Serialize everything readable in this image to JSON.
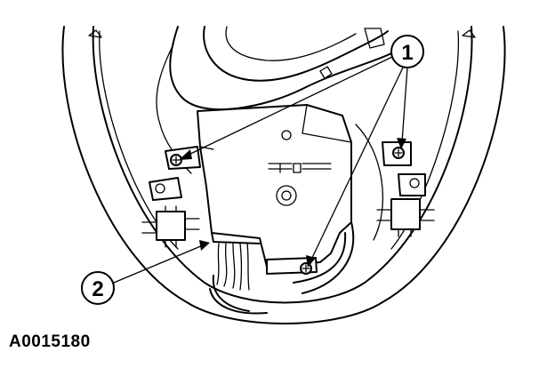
{
  "figure": {
    "id": "A0015180",
    "callouts": [
      {
        "number": "1"
      },
      {
        "number": "2"
      }
    ]
  }
}
